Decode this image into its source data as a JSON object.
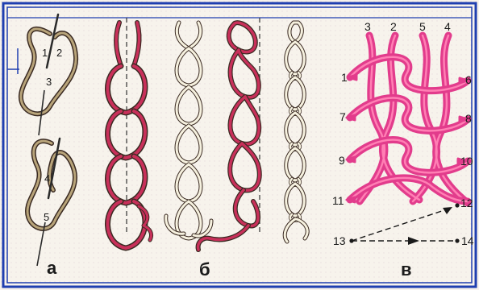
{
  "panels": {
    "a": {
      "label": "а",
      "points": [
        "1",
        "2",
        "3",
        "4",
        "5"
      ]
    },
    "b": {
      "label": "б"
    },
    "v": {
      "label": "в",
      "points_top": [
        "3",
        "2",
        "5",
        "4"
      ],
      "points_left": [
        "1",
        "7",
        "9",
        "11"
      ],
      "points_right": [
        "6",
        "8",
        "10",
        "12"
      ],
      "points_bottom": [
        "13",
        "14"
      ]
    }
  },
  "colors": {
    "frame_blue": "#1f3fb0",
    "thread_red": "#c8305a",
    "thread_pink": "#e23c8c",
    "thread_light": "#f6f1df",
    "outline": "#3a2a22",
    "olive": "#8a7a4a"
  }
}
